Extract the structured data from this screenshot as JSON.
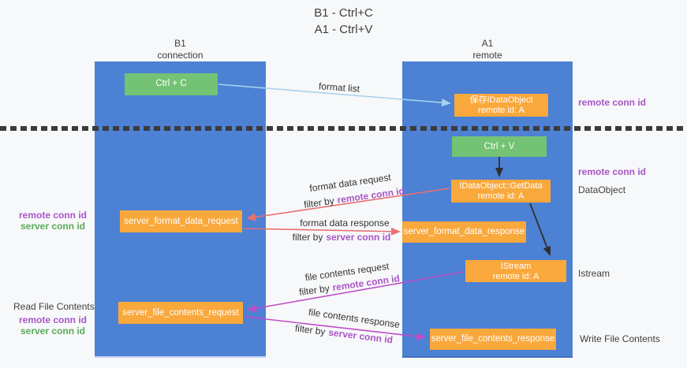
{
  "title": {
    "line1": "B1 - Ctrl+C",
    "line2": "A1 - Ctrl+V"
  },
  "lanes": {
    "left": {
      "title": "B1",
      "subtitle": "connection"
    },
    "right": {
      "title": "A1",
      "subtitle": "remote"
    }
  },
  "boxes": {
    "ctrl_c": {
      "label": "Ctrl + C"
    },
    "ctrl_v": {
      "label": "Ctrl + V"
    },
    "save_dataobject": {
      "line1": "保存IDataObject",
      "line2": "remote id: A"
    },
    "getdata": {
      "line1": "IDataObject::GetData",
      "line2": "remote id: A"
    },
    "istream": {
      "line1": "IStream",
      "line2": "remote id: A"
    },
    "server_format_data_request": {
      "label": "server_format_data_request"
    },
    "server_format_data_response": {
      "label": "server_format_data_response"
    },
    "server_file_contents_request": {
      "label": "server_file_contents_request"
    },
    "server_file_contents_response": {
      "label": "server_file_contents_response"
    }
  },
  "arrow_labels": {
    "format_list": "format list",
    "format_data_request": "format data request",
    "format_data_response": "format data response",
    "file_contents_request": "file contents request",
    "file_contents_response": "file contents response",
    "filter_by": "filter by",
    "remote_conn_id": "remote conn id",
    "server_conn_id": "server conn id"
  },
  "side_labels": {
    "right_remote_conn_top": "remote conn id",
    "right_remote_conn_mid": "remote conn id",
    "dataobject": "DataObject",
    "istream": "Istream",
    "write_file_contents": "Write File Contents",
    "left_remote_conn_mid": "remote conn id",
    "left_server_conn_mid": "server conn id",
    "read_file_contents": "Read File Contents",
    "left_remote_conn_bottom": "remote conn id",
    "left_server_conn_bottom": "server conn id"
  },
  "colors": {
    "lane_blue": "#4d81d4",
    "box_green": "#74c274",
    "box_orange": "#f9a83c",
    "label_purple": "#a855c6",
    "label_green": "#5aaa5a",
    "arrow_salmon": "#e87070",
    "arrow_magenta": "#bd4fc8",
    "arrow_lightblue": "#a6d2ee",
    "arrow_black": "#2f2f2f",
    "background": "#f7f8f9"
  }
}
